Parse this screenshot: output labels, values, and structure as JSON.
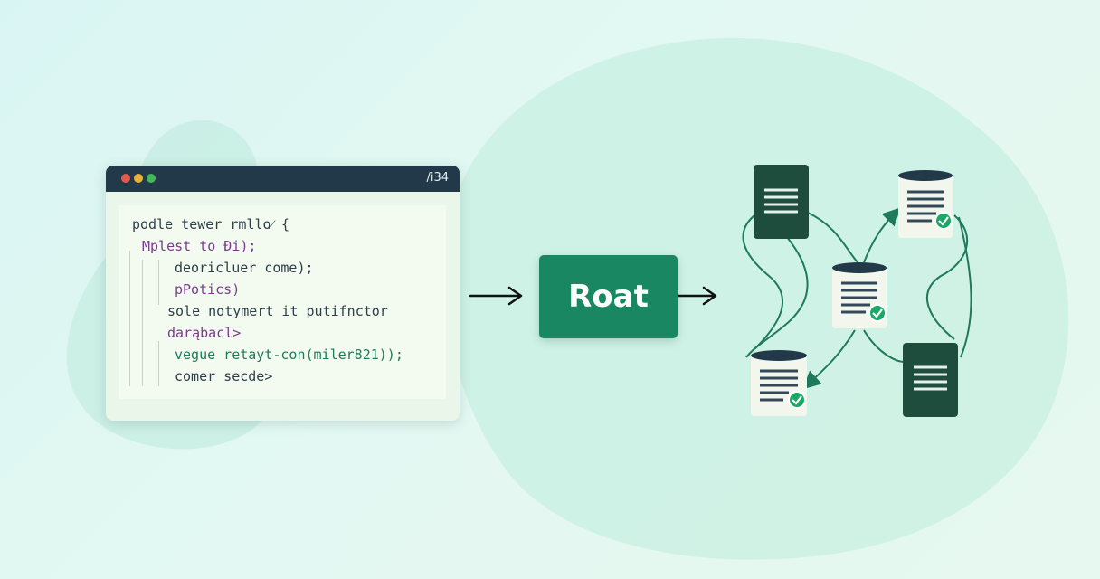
{
  "editor": {
    "title": "/i34",
    "window_dots": [
      "#e05a4f",
      "#e7b23b",
      "#44b85a"
    ],
    "code_lines": [
      {
        "text": "podle tewer rmllo⁄ {",
        "color": "#2f3d4a"
      },
      {
        "text": "Mplest to Đi);",
        "color": "#7a3b8e"
      },
      {
        "text": "deoricluer come);",
        "color": "#2f3d4a"
      },
      {
        "text": "pPotics)",
        "color": "#7a3b8e"
      },
      {
        "text": "sole notymert it putifnctor",
        "color": "#2f3d4a"
      },
      {
        "text": "darąbacl>",
        "color": "#7a3b8e"
      },
      {
        "text": "vegue retayt-con(miler821));",
        "color": "#1e7a5a"
      },
      {
        "text": "comer secde>",
        "color": "#2f3d4a"
      }
    ]
  },
  "center_box": {
    "label": "Roat",
    "color": "#1a8763"
  },
  "colors": {
    "dark_doc": "#1e4d3e",
    "light_doc": "#f3f6ec",
    "connector": "#1e7a5a",
    "check": "#1aa866",
    "arrow": "#111111"
  },
  "icons": [
    "arrow-right-icon",
    "document-icon",
    "database-document-icon",
    "check-icon"
  ]
}
